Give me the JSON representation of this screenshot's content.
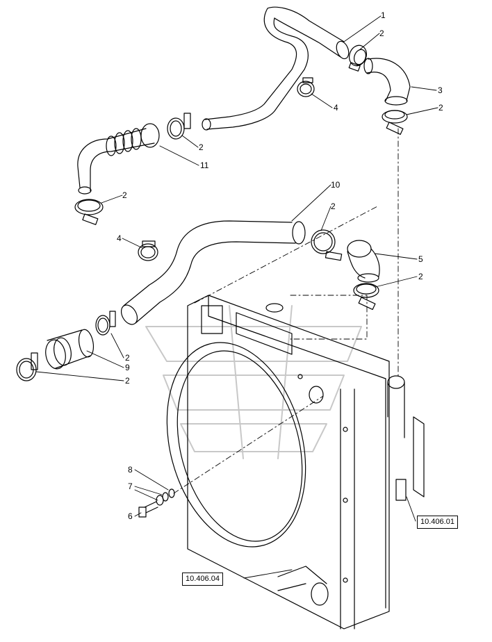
{
  "callouts": [
    {
      "id": "c1",
      "text": "1"
    },
    {
      "id": "c2a",
      "text": "2"
    },
    {
      "id": "c3",
      "text": "3"
    },
    {
      "id": "c2b",
      "text": "2"
    },
    {
      "id": "c4a",
      "text": "4"
    },
    {
      "id": "c2c",
      "text": "2"
    },
    {
      "id": "c11",
      "text": "11"
    },
    {
      "id": "c2d",
      "text": "2"
    },
    {
      "id": "c10",
      "text": "10"
    },
    {
      "id": "c2e",
      "text": "2"
    },
    {
      "id": "c4b",
      "text": "4"
    },
    {
      "id": "c5",
      "text": "5"
    },
    {
      "id": "c2f",
      "text": "2"
    },
    {
      "id": "c2g",
      "text": "2"
    },
    {
      "id": "c9",
      "text": "9"
    },
    {
      "id": "c2h",
      "text": "2"
    },
    {
      "id": "c8",
      "text": "8"
    },
    {
      "id": "c7",
      "text": "7"
    },
    {
      "id": "c6",
      "text": "6"
    }
  ],
  "references": {
    "right": "10.406.01",
    "bottom": "10.406.04"
  }
}
